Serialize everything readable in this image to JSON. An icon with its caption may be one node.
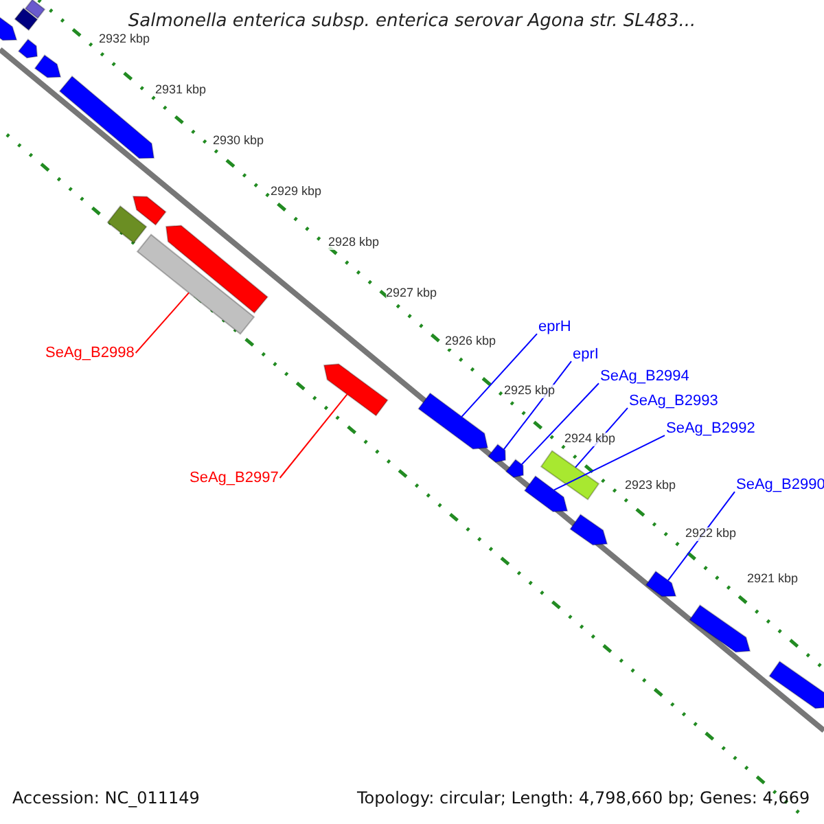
{
  "diagram": {
    "title": "Salmonella enterica subsp. enterica serovar Agona str. SL483...",
    "nodes": [
      {
        "text": [
          "eprH"
        ]
      },
      {
        "text": [
          "SeAg_B2998"
        ]
      },
      {
        "text": [
          "eprI"
        ]
      },
      {
        "text": [
          "SeAg_B2994"
        ]
      },
      {
        "text": [
          "SeAg_B2993"
        ]
      },
      {
        "text": [
          "SeAg_B2992"
        ]
      },
      {
        "text": [
          "SeAg_B2997"
        ]
      },
      {
        "text": [
          "SeAg_B2990"
        ]
      },
      {
        "text": [],
        "shape": "bar"
      },
      {
        "text": [],
        "shape": "bar"
      },
      {
        "text": [],
        "shape": "bar"
      },
      {
        "text": [],
        "shape": "bar"
      },
      {
        "text": [],
        "shape": "bar"
      },
      {
        "text": [],
        "shape": "bar"
      },
      {
        "text": [],
        "shape": "bar"
      },
      {
        "text": [],
        "shape": "bar"
      },
      {
        "text": [],
        "shape": "bar"
      },
      {
        "text": [],
        "shape": "bar"
      },
      {
        "text": [],
        "shape": "bar"
      },
      {
        "text": [],
        "shape": "bar"
      },
      {
        "text": [],
        "shape": "bar"
      },
      {
        "text": [],
        "shape": "bar"
      },
      {
        "text": [],
        "shape": "bar"
      },
      {
        "text": [],
        "shape": "bar"
      },
      {
        "text": [],
        "shape": "bar"
      },
      {
        "text": [],
        "shape": "bar"
      },
      {
        "text": [],
        "shape": "bar"
      },
      {
        "text": [],
        "shape": "bar"
      }
    ],
    "edges": [
      {
        "from": 0,
        "to": 19,
        "arrow": "none"
      },
      {
        "from": 1,
        "to": 16,
        "arrow": "none",
        "color": "#ff0000"
      },
      {
        "from": 2,
        "to": 20,
        "arrow": "none"
      },
      {
        "from": 3,
        "to": 21,
        "arrow": "none"
      },
      {
        "from": 4,
        "to": 23,
        "arrow": "none"
      },
      {
        "from": 5,
        "to": 22,
        "arrow": "none"
      },
      {
        "from": 6,
        "to": 18,
        "arrow": "none",
        "color": "#ff0000"
      },
      {
        "from": 7,
        "to": 25,
        "arrow": "none"
      }
    ],
    "labels": [
      "2932 kbp",
      "2931 kbp",
      "2930 kbp",
      "2929 kbp",
      "2928 kbp",
      "2927 kbp",
      "2926 kbp",
      "2925 kbp",
      "2924 kbp",
      "2923 kbp",
      "2922 kbp",
      "2921 kbp",
      "Accession: NC_011149",
      "Topology: circular; Length: 4,798,660 bp; Genes: 4,669"
    ]
  }
}
